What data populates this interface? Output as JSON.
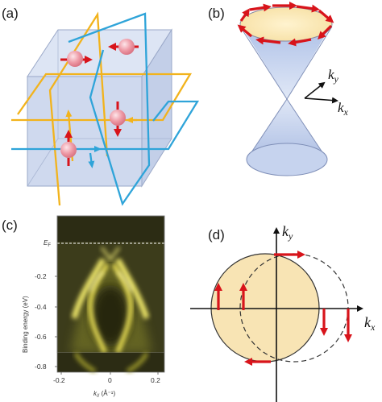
{
  "panels": {
    "a": {
      "label": "(a)"
    },
    "b": {
      "label": "(b)",
      "kx_main": "k",
      "kx_sub": "x",
      "ky_main": "k",
      "ky_sub": "y"
    },
    "c": {
      "label": "(c)",
      "ef_label": "E",
      "ef_sub": "F",
      "ylabel": "Binding energy (eV)",
      "xlabel_main": "k",
      "xlabel_sub": "//",
      "xlabel_unit": " (Å⁻¹)",
      "yticks": [
        "-0.2",
        "-0.4",
        "-0.6",
        "-0.8"
      ],
      "xticks": [
        "-0.2",
        "0",
        "0.2"
      ]
    },
    "d": {
      "label": "(d)",
      "kx_main": "k",
      "kx_sub": "x",
      "ky_main": "k",
      "ky_sub": "y"
    }
  },
  "colors": {
    "arrow": "#d8141b",
    "yellow_line": "#f2b31c",
    "blue_line": "#2fa4d9",
    "cube_fill": "#ccd7ee",
    "cone_fill": "#b9c9ea",
    "fermi_fill": "#f8e4b4",
    "spectrum_bg": "#2c2c14"
  }
}
